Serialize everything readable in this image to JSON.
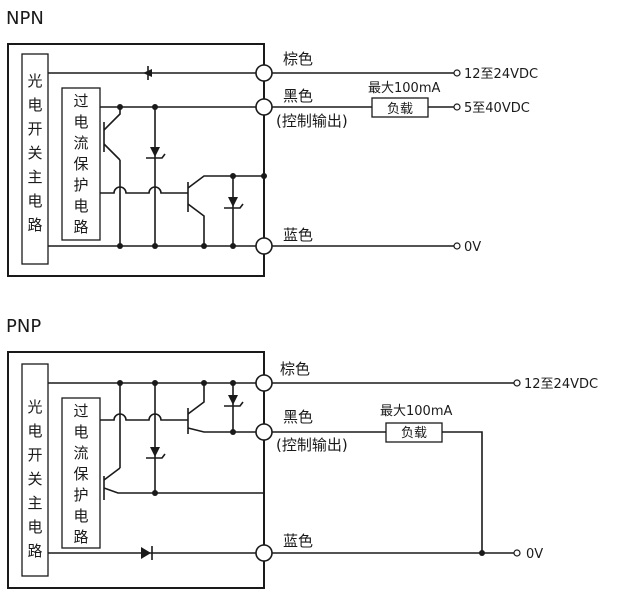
{
  "npn": {
    "title": "NPN",
    "sensor_chars": [
      "光",
      "电",
      "开",
      "关",
      "主",
      "电",
      "路"
    ],
    "protect_chars": [
      "过",
      "电",
      "流",
      "保",
      "护",
      "电",
      "路"
    ],
    "brown_label": "棕色",
    "black_label": "黑色",
    "control_label": "(控制输出)",
    "blue_label": "蓝色",
    "max_label": "最大100mA",
    "load_label": "负载",
    "brown_voltage": "12至24VDC",
    "black_voltage": "5至40VDC",
    "blue_voltage": "0V"
  },
  "pnp": {
    "title": "PNP",
    "sensor_chars": [
      "光",
      "电",
      "开",
      "关",
      "主",
      "电",
      "路"
    ],
    "protect_chars": [
      "过",
      "电",
      "流",
      "保",
      "护",
      "电",
      "路"
    ],
    "brown_label": "棕色",
    "black_label": "黑色",
    "control_label": "(控制输出)",
    "blue_label": "蓝色",
    "max_label": "最大100mA",
    "load_label": "负载",
    "brown_voltage": "12至24VDC",
    "blue_voltage": "0V"
  }
}
